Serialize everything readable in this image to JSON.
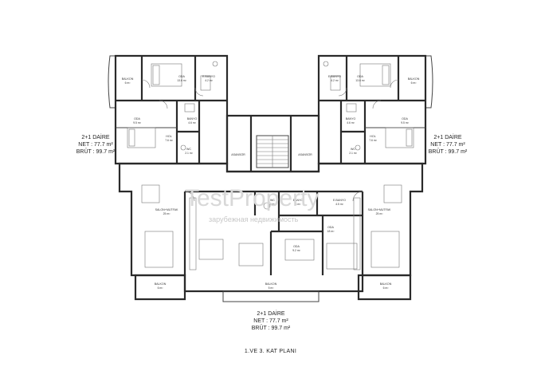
{
  "plan_title": "1.VE 3. KAT PLANI",
  "watermark": {
    "brand": "TestProperty",
    "tagline": "зарубежная недвижимость"
  },
  "units": {
    "left": {
      "type": "2+1 DAİRE",
      "net": "NET : 77.7 m²",
      "brut": "BRÜT : 99.7 m²"
    },
    "right": {
      "type": "2+1 DAİRE",
      "net": "NET : 77.7 m²",
      "brut": "BRÜT : 99.7 m²"
    },
    "bottom": {
      "type": "2+1 DAİRE",
      "net": "NET : 77.7 m²",
      "brut": "BRÜT : 99.7 m²"
    }
  },
  "rooms": {
    "tl_balkon": {
      "name": "BALKON",
      "area": "6 m²"
    },
    "tl_oda1": {
      "name": "ODA",
      "area": "13.6 m²"
    },
    "tl_banyo1": {
      "name": "E.BANYO",
      "area": "4.2 m²"
    },
    "tl_oda2": {
      "name": "ODA",
      "area": "9.5 m²"
    },
    "tl_banyo2": {
      "name": "BANYO",
      "area": "4.6 m²"
    },
    "tl_hol": {
      "name": "HOL",
      "area": "7.6 m²"
    },
    "tl_wc": {
      "name": "WC",
      "area": "2.1 m²"
    },
    "tr_balkon": {
      "name": "BALKON",
      "area": "6 m²"
    },
    "tr_oda1": {
      "name": "ODA",
      "area": "13.6 m²"
    },
    "tr_banyo1": {
      "name": "E.BANYO",
      "area": "4.2 m²"
    },
    "tr_oda2": {
      "name": "ODA",
      "area": "9.5 m²"
    },
    "tr_banyo2": {
      "name": "BANYO",
      "area": "4.6 m²"
    },
    "tr_hol": {
      "name": "HOL",
      "area": "7.6 m²"
    },
    "tr_wc": {
      "name": "WC",
      "area": "2.1 m²"
    },
    "asansor_l": {
      "name": "ASANSÖR"
    },
    "asansor_r": {
      "name": "ASANSÖR"
    },
    "l_salon": {
      "name": "SALON+MUTFAK",
      "area": "25 m²"
    },
    "r_salon": {
      "name": "SALON+MUTFAK",
      "area": "25 m²"
    },
    "c_wc": {
      "name": "WC",
      "area": "2 m²"
    },
    "c_banyo": {
      "name": "BANYO",
      "area": "4 m²"
    },
    "c_ebanyo": {
      "name": "E.BANYO",
      "area": "4.5 m²"
    },
    "c_oda1": {
      "name": "ODA",
      "area": "9.2 m²"
    },
    "c_oda2": {
      "name": "ODA",
      "area": "18 m²"
    },
    "l_balkon": {
      "name": "BALKON",
      "area": "6 m²"
    },
    "c_balkon": {
      "name": "BALKON",
      "area": "5 m²"
    },
    "r_balkon": {
      "name": "BALKON",
      "area": "6 m²"
    }
  }
}
